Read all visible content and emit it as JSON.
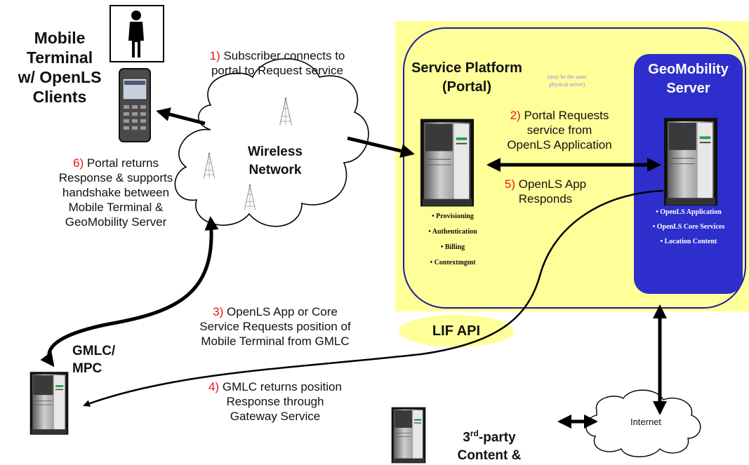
{
  "colors": {
    "platform_fill": "#ffff99",
    "geomobility_fill": "#2e2ecc",
    "lif_fill": "#ffff99",
    "step_number": "#e8141c",
    "arrow": "#000000"
  },
  "icons": {
    "person": "person-icon",
    "phone": "mobile-phone-icon",
    "server": "server-icon",
    "tower": "radio-tower-icon",
    "cloud": "cloud-icon"
  },
  "mobile_terminal": {
    "line1": "Mobile",
    "line2": "Terminal",
    "line3": "w/ OpenLS",
    "line4": "Clients"
  },
  "wireless_network": {
    "line1": "Wireless",
    "line2": "Network"
  },
  "service_platform": {
    "title1": "Service Platform",
    "title2": "(Portal)",
    "note1": "(may be the same",
    "note2": "physical server)",
    "features": [
      "• Provisioning",
      "• Authentication",
      "• Billing",
      "• Contextmgmt"
    ]
  },
  "geomobility": {
    "title1": "GeoMobility",
    "title2": "Server",
    "features": [
      "• OpenLS Application",
      "• OpenLS Core Services",
      "• Location Content"
    ]
  },
  "lif_api": "LIF API",
  "gmlc": {
    "line1": "GMLC/",
    "line2": "MPC"
  },
  "third_party": {
    "line1_pre": "3",
    "line1_sup": "rd",
    "line1_post": "-party",
    "line2": "Content &"
  },
  "internet": "Internet",
  "steps": {
    "s1": {
      "num": "1)",
      "line1": "Subscriber connects  to",
      "line2": "portal to Request service"
    },
    "s2": {
      "num": "2)",
      "line1": "Portal Requests",
      "line2": "service from",
      "line3": "OpenLS Application"
    },
    "s3": {
      "num": "3)",
      "line1": "OpenLS App or Core",
      "line2": "Service Requests position of",
      "line3": "Mobile Terminal from GMLC"
    },
    "s4": {
      "num": "4)",
      "line1": "GMLC returns position",
      "line2": "Response through",
      "line3": "Gateway Service"
    },
    "s5": {
      "num": "5)",
      "line1": "OpenLS App",
      "line2": "Responds"
    },
    "s6": {
      "num": "6)",
      "line1": "Portal returns",
      "line2": "Response & supports",
      "line3": "handshake between",
      "line4": "Mobile Terminal &",
      "line5": "GeoMobility Server"
    }
  }
}
